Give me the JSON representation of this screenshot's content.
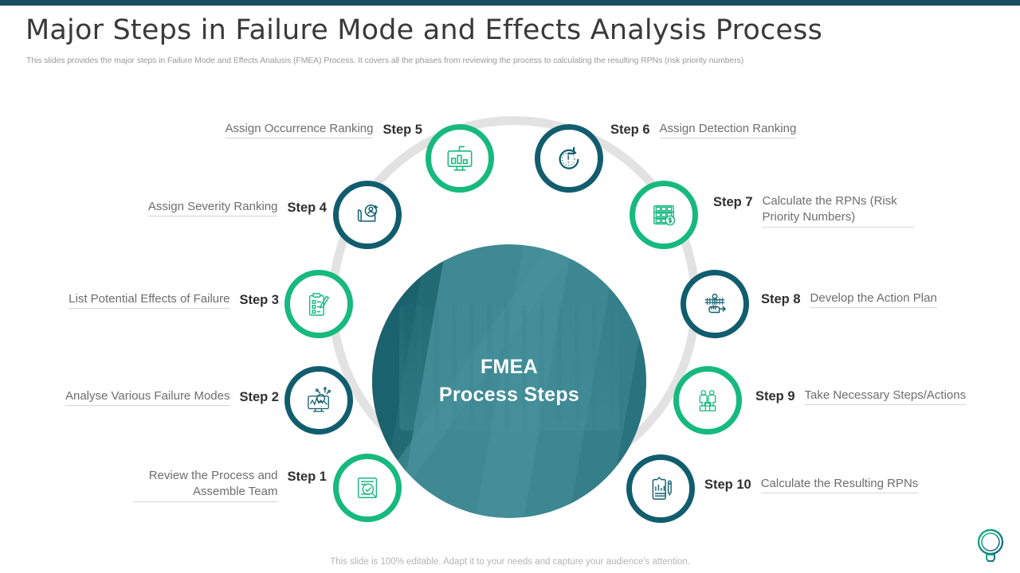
{
  "header": {
    "title": "Major Steps in Failure Mode and Effects Analysis Process",
    "subtitle": "This slides provides the major steps in Failure Mode and Effects Analusis (FMEA) Process. It covers all the phases from reviewing the process to calculating the resulting RPNs (risk priority numbers)"
  },
  "center": {
    "line1": "FMEA",
    "line2": "Process Steps"
  },
  "colors": {
    "accent_bar": "#16505c",
    "green_ring": "#16b97e",
    "dark_ring": "#115d6e",
    "track": "#e2e2e2",
    "center_overlay": "#187683",
    "step_number": "#2f2f2f",
    "step_desc": "#6d6d6d"
  },
  "steps": [
    {
      "number": "Step 1",
      "label": "Review the Process and Assemble Team",
      "icon": "document-check-magnifier-icon",
      "ring": "green"
    },
    {
      "number": "Step 2",
      "label": "Analyse Various Failure Modes",
      "icon": "monitor-analysis-magnifier-icon",
      "ring": "dark"
    },
    {
      "number": "Step 3",
      "label": "List Potential Effects of Failure",
      "icon": "clipboard-pencil-icon",
      "ring": "green"
    },
    {
      "number": "Step 4",
      "label": "Assign Severity Ranking",
      "icon": "add-user-profile-icon",
      "ring": "dark"
    },
    {
      "number": "Step 5",
      "label": "Assign Occurrence Ranking",
      "icon": "monitor-bar-chart-icon",
      "ring": "green"
    },
    {
      "number": "Step 6",
      "label": "Assign Detection Ranking",
      "icon": "clock-refresh-icon",
      "ring": "dark"
    },
    {
      "number": "Step 7",
      "label": "Calculate the RPNs (Risk Priority Numbers)",
      "icon": "abacus-dollar-icon",
      "ring": "green"
    },
    {
      "number": "Step 8",
      "label": "Develop the Action Plan",
      "icon": "hand-plan-arrow-icon",
      "ring": "dark"
    },
    {
      "number": "Step 9",
      "label": "Take Necessary Steps/Actions",
      "icon": "team-podium-icon",
      "ring": "green"
    },
    {
      "number": "Step 10",
      "label": "Calculate the Resulting RPNs",
      "icon": "clipboard-chart-pencil-icon",
      "ring": "dark"
    }
  ],
  "footer": {
    "note": "This slide is 100% editable. Adapt it to your needs and capture your audience's attention.",
    "logo": "lightbulb-logo-icon"
  }
}
